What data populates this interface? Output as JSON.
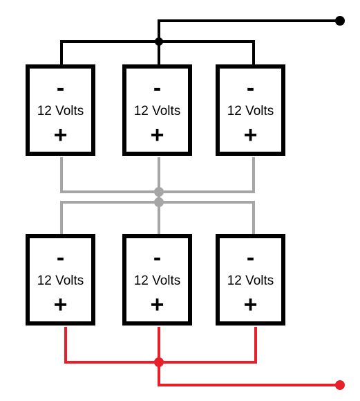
{
  "colors": {
    "negative_wire": "#000000",
    "series_link": "#a6a6a6",
    "positive_wire": "#e8202a",
    "battery_outline": "#000000"
  },
  "batteries": [
    {
      "row": "top",
      "column": 1,
      "neg": "-",
      "label": "12 Volts",
      "pos": "+"
    },
    {
      "row": "top",
      "column": 2,
      "neg": "-",
      "label": "12 Volts",
      "pos": "+"
    },
    {
      "row": "top",
      "column": 3,
      "neg": "-",
      "label": "12 Volts",
      "pos": "+"
    },
    {
      "row": "bottom",
      "column": 1,
      "neg": "-",
      "label": "12 Volts",
      "pos": "+"
    },
    {
      "row": "bottom",
      "column": 2,
      "neg": "-",
      "label": "12 Volts",
      "pos": "+"
    },
    {
      "row": "bottom",
      "column": 3,
      "neg": "-",
      "label": "12 Volts",
      "pos": "+"
    }
  ]
}
